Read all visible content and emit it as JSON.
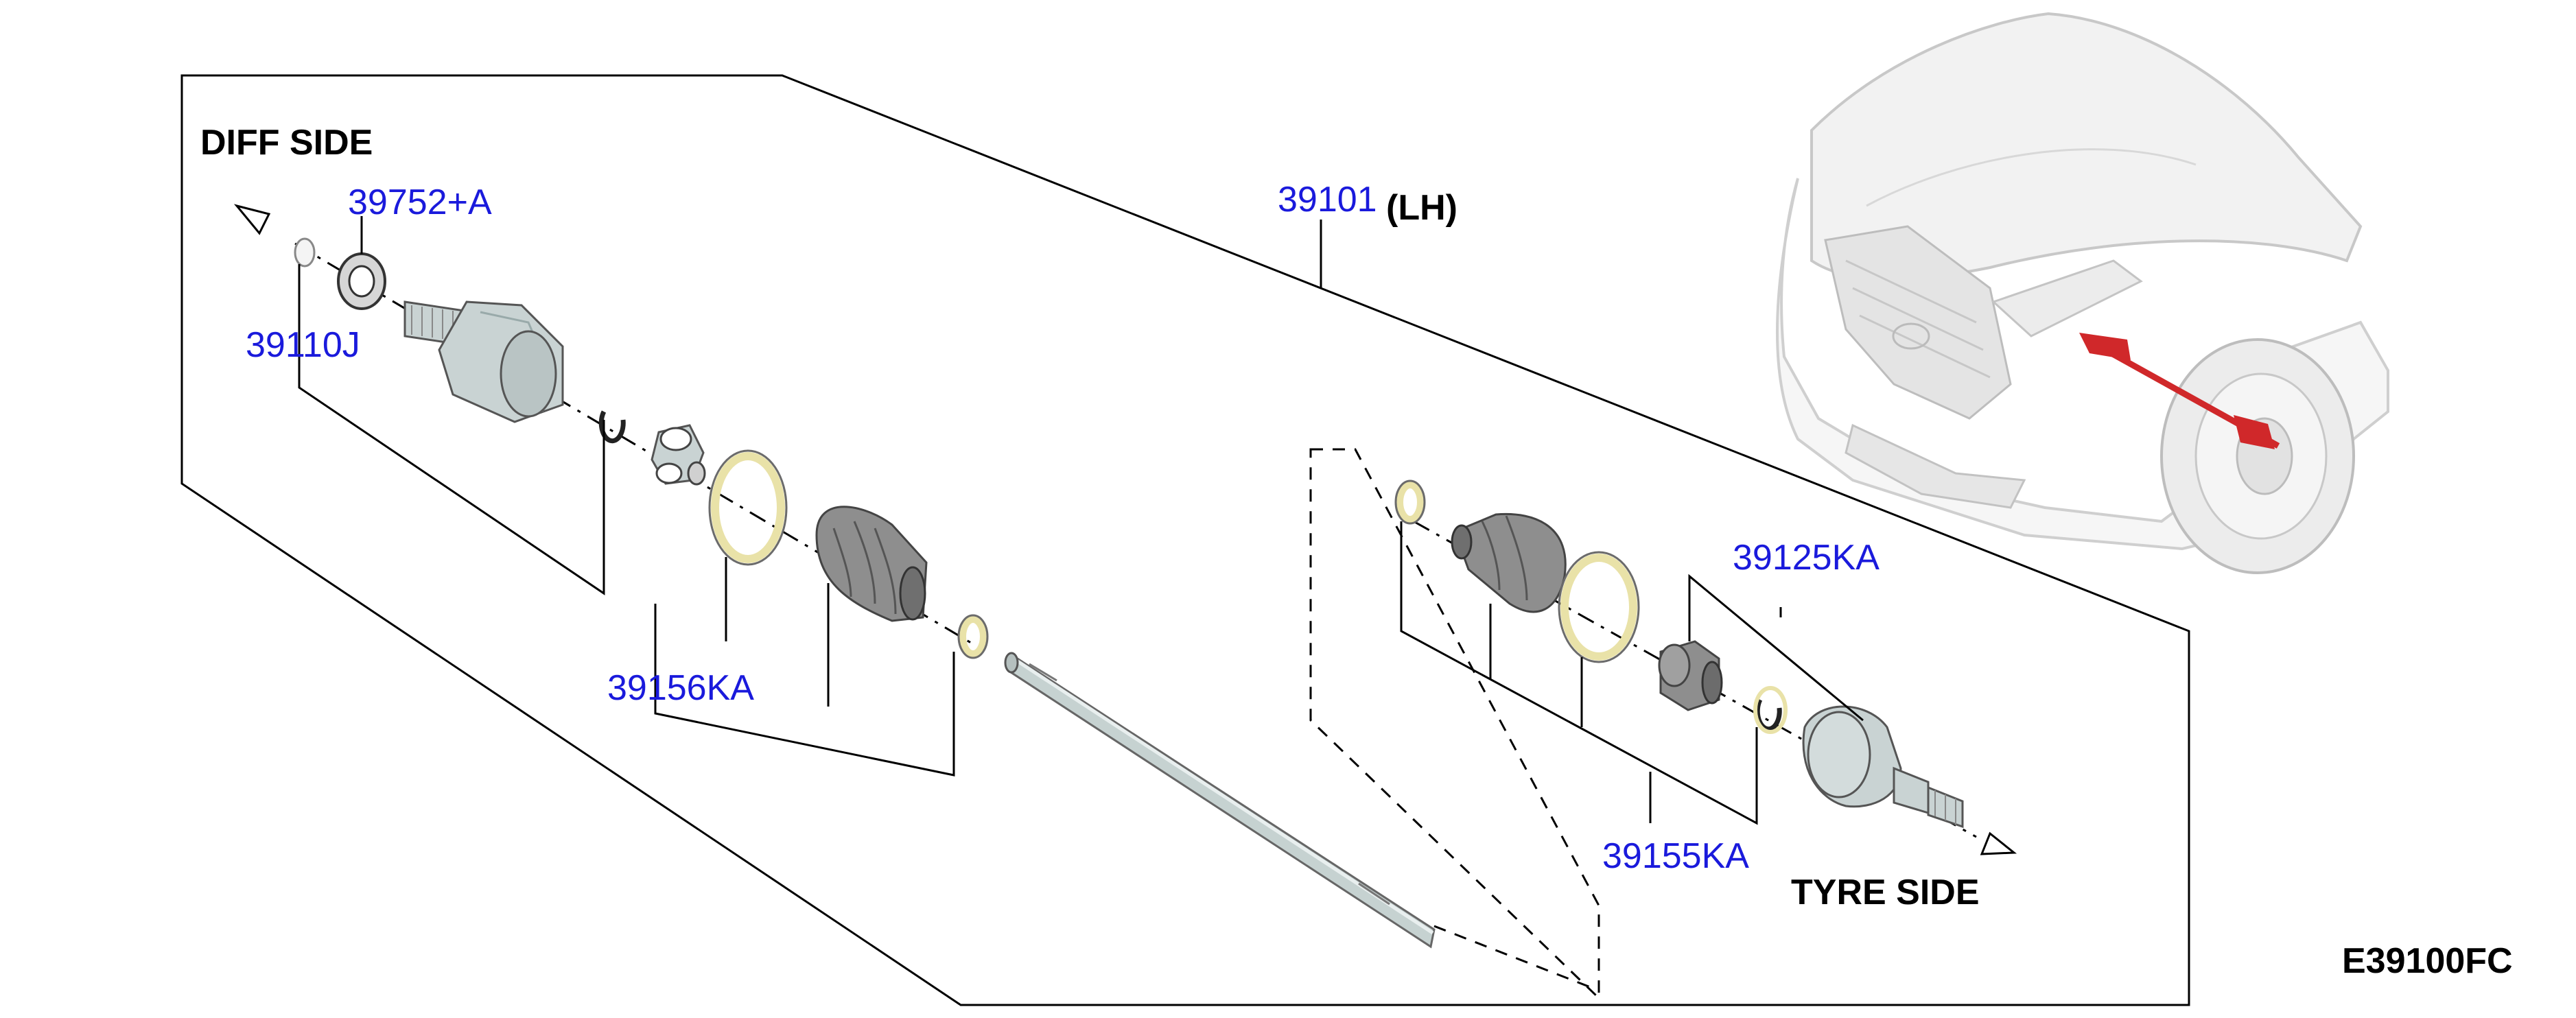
{
  "diagram": {
    "labels": {
      "diff_side": "DIFF SIDE",
      "tyre_side": "TYRE SIDE",
      "assembly_code": "39101",
      "assembly_side": "(LH)",
      "figure_id": "E39100FC"
    },
    "parts": {
      "nut": "39752+A",
      "inner_joint": "39110J",
      "inner_boot_kit": "39156KA",
      "outer_joint": "39125KA",
      "outer_boot_kit": "39155KA"
    },
    "colors": {
      "part_label": "#1a1adc",
      "text": "#000000",
      "boot_band": "#e9e2a8",
      "highlight": "#d0282a"
    }
  }
}
